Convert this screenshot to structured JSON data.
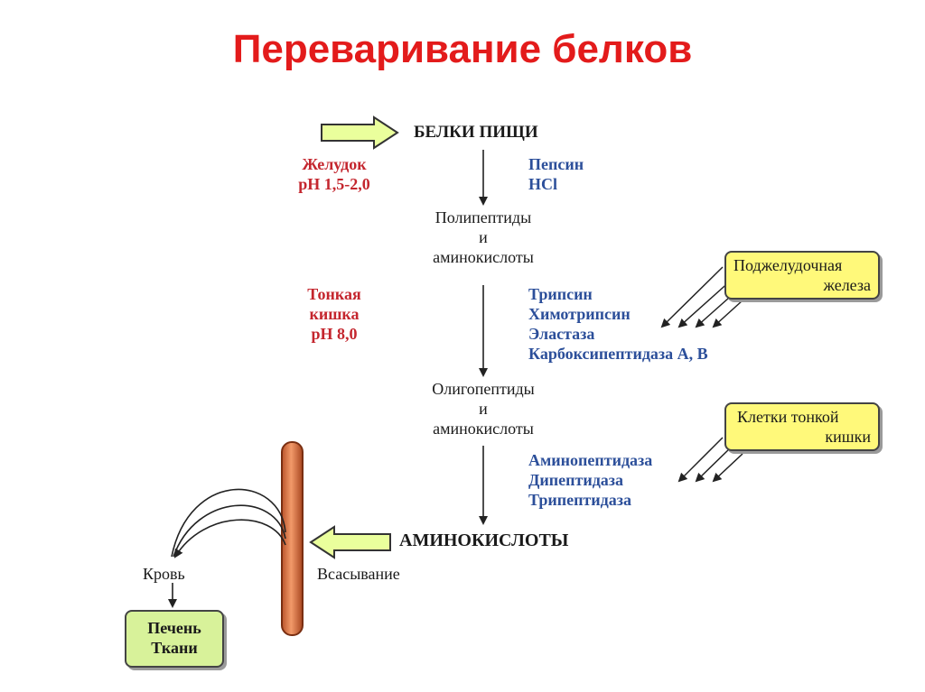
{
  "title": "Переваривание белков",
  "nodes": {
    "food_proteins": "БЕЛКИ ПИЩИ",
    "polypeptides": [
      "Полипептиды",
      "и",
      "аминокислоты"
    ],
    "oligopeptides": [
      "Олигопептиды",
      "и",
      "аминокислоты"
    ],
    "amino_acids": "АМИНОКИСЛОТЫ"
  },
  "stomach": {
    "location": [
      "Желудок",
      "pH 1,5-2,0"
    ],
    "agents": [
      "Пепсин",
      "HCl"
    ]
  },
  "small_intestine": {
    "location": [
      "Тонкая",
      "кишка",
      "pH 8,0"
    ],
    "enzymes": [
      "Трипсин",
      "Химотрипсин",
      "Эластаза",
      "Карбоксипептидаза А, В"
    ]
  },
  "intestinal_enzymes": [
    "Аминопептидаза",
    "Дипептидаза",
    "Трипептидаза"
  ],
  "sources": {
    "pancreas": [
      "Поджелудочная",
      "железа"
    ],
    "intestinal_cells": [
      "Клетки тонкой",
      "кишки"
    ]
  },
  "absorption": {
    "absorption_label": "Всасывание",
    "blood_label": "Кровь",
    "destination": [
      "Печень",
      "Ткани"
    ]
  },
  "colors": {
    "title": "#e31b1b",
    "location_text": "#c4262e",
    "enzyme_text": "#2c4f9a",
    "source_box": "#fff97a",
    "arrow_fill": "#eaff9c",
    "vessel": "#e07a4a",
    "destination_box": "#d8f29a"
  }
}
